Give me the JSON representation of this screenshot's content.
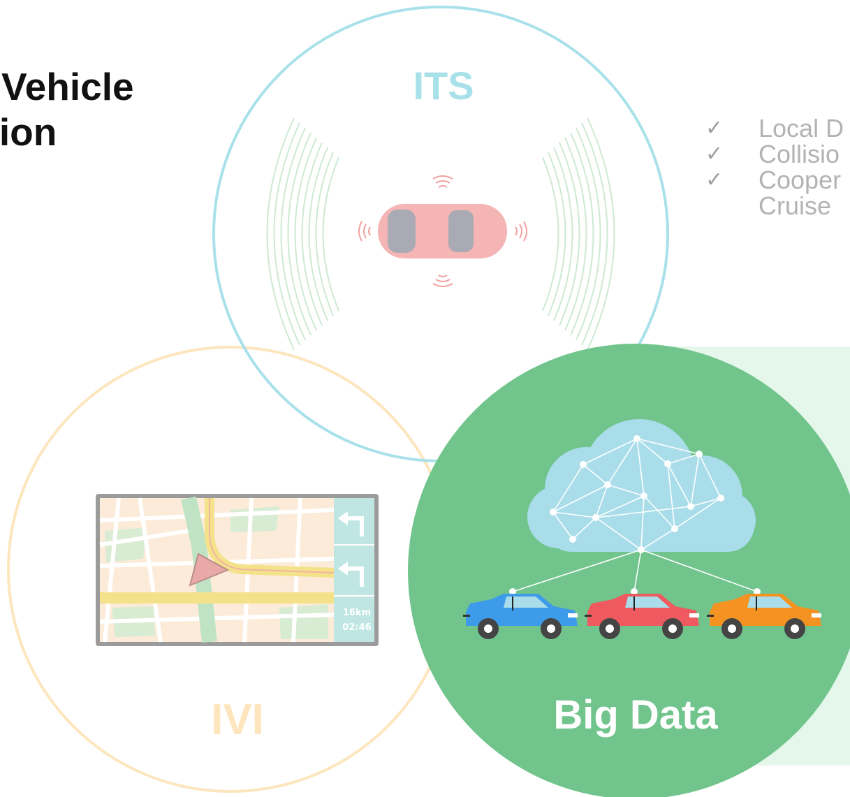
{
  "title": {
    "line1": "Vehicle",
    "line2": "ation"
  },
  "features": [
    {
      "check": "✓",
      "text": "Local D"
    },
    {
      "check": "✓",
      "text": "Collisio"
    },
    {
      "check": "✓",
      "text": "Cooper",
      "text2": "Cruise"
    }
  ],
  "circles": {
    "its": {
      "label": "ITS",
      "color": "#a9e1ea"
    },
    "ivi": {
      "label": "IVI",
      "color": "#fde6bd"
    },
    "big_data": {
      "label": "Big Data",
      "color": "#71c48c"
    }
  },
  "navigation": {
    "distance": "16km",
    "time": "02:46"
  },
  "cars": [
    {
      "name": "blue-car",
      "color": "#3d9be9"
    },
    {
      "name": "red-car",
      "color": "#ee5a5f"
    },
    {
      "name": "orange-car",
      "color": "#f49321"
    }
  ],
  "colors": {
    "panel": "#e4f7ea",
    "cloud": "#a8dde9"
  }
}
